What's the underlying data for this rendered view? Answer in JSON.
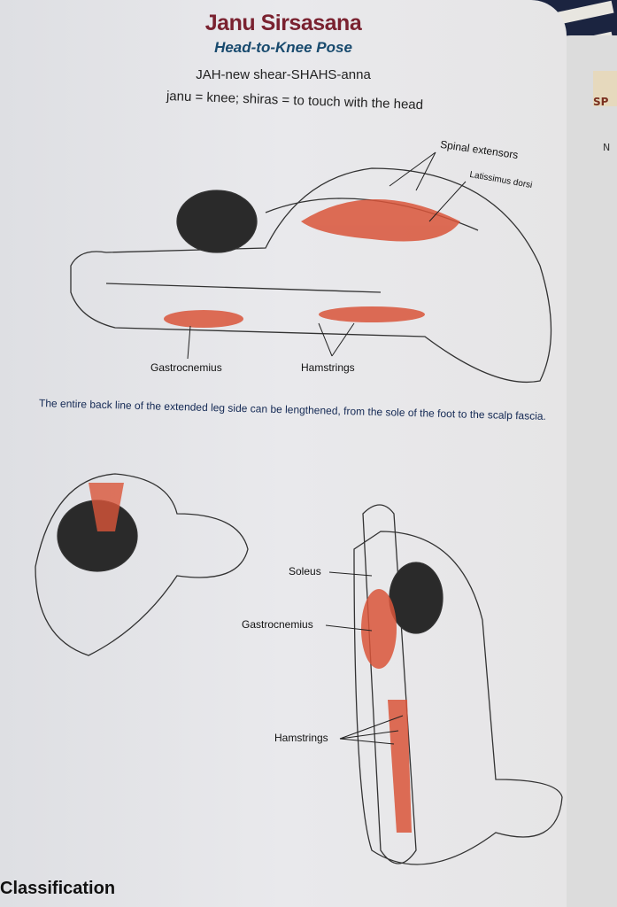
{
  "pose": {
    "title": "Janu Sirsasana",
    "subtitle": "Head-to-Knee Pose",
    "pronunciation": "JAH-new shear-SHAHS-anna",
    "meaning": "janu = knee; shiras = to touch with the head"
  },
  "figure_top": {
    "labels": [
      "Spinal extensors",
      "Latissimus dorsi",
      "Gastrocnemius",
      "Hamstrings"
    ]
  },
  "caption": "The entire back line of the extended leg side can be lengthened, from the sole of the foot to the scalp fascia.",
  "figure_bottom": {
    "labels": [
      "Soleus",
      "Gastrocnemius",
      "Hamstrings"
    ]
  },
  "section_heading": "Classification",
  "next_page": {
    "text1": "SP",
    "text2": "N"
  },
  "colors": {
    "title": "#7a2230",
    "subtitle": "#184a6e",
    "muscle": "#d9553a"
  }
}
